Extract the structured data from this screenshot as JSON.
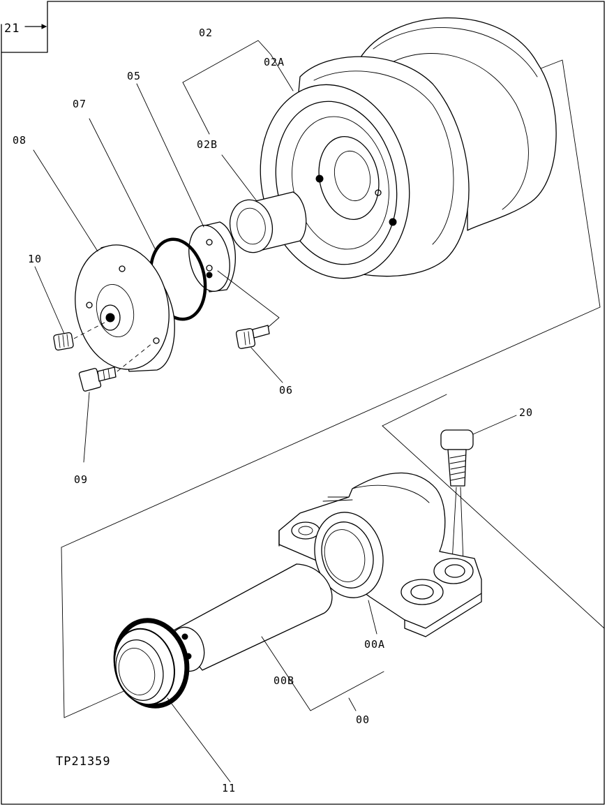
{
  "figure_id": "TP21359",
  "page_ref": "21",
  "labels": {
    "l02": "02",
    "l02a": "02A",
    "l02b": "02B",
    "l05": "05",
    "l06": "06",
    "l07": "07",
    "l08": "08",
    "l09": "09",
    "l10": "10",
    "l11": "11",
    "l20": "20",
    "l00": "00",
    "l00a": "00A",
    "l00b": "00B"
  }
}
